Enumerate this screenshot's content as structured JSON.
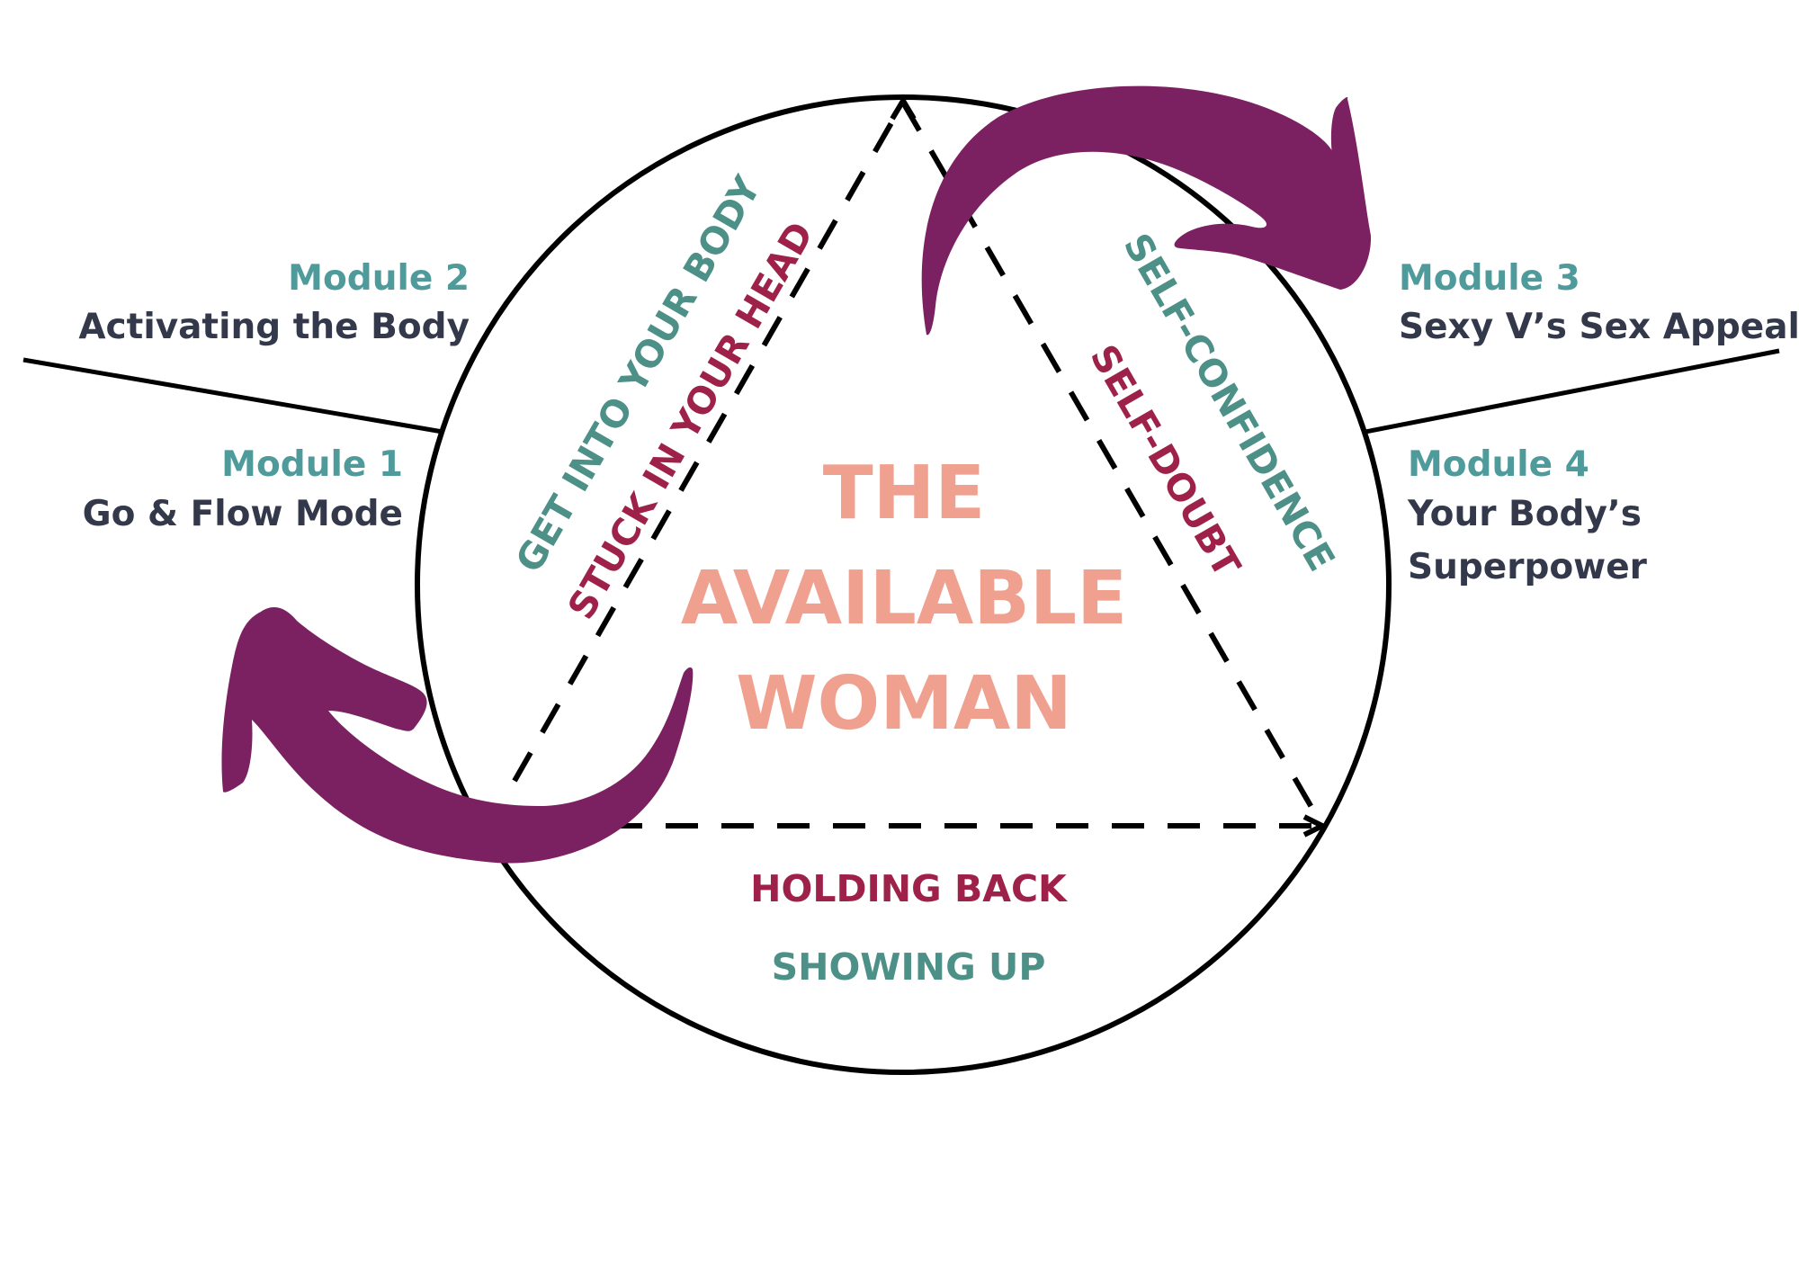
{
  "colors": {
    "module_title": "#4f9a9a",
    "module_text": "#33394a",
    "center_title": "#f0a08f",
    "teal_label": "#4d9088",
    "red_label": "#9e2149",
    "arrow": "#7b2162",
    "line": "#000000"
  },
  "modules": {
    "module2": {
      "title": "Module 2",
      "desc": "Activating the Body"
    },
    "module1": {
      "title": "Module 1",
      "desc": "Go & Flow Mode"
    },
    "module3": {
      "title": "Module 3",
      "desc": "Sexy V’s Sex Appeal"
    },
    "module4": {
      "title": "Module 4",
      "desc_line1": "Your Body’s",
      "desc_line2": "Superpower"
    }
  },
  "center_title": {
    "line1": "THE",
    "line2": "AVAILABLE",
    "line3": "WOMAN"
  },
  "sides": {
    "left_positive": "GET INTO YOUR BODY",
    "left_negative": "STUCK IN YOUR HEAD",
    "right_positive": "SELF-CONFIDENCE",
    "right_negative": "SELF-DOUBT",
    "bottom_negative": "HOLDING BACK",
    "bottom_positive": "SHOWING UP"
  },
  "icons": [
    "curved-arrow-top-right",
    "curved-arrow-bottom-left"
  ]
}
